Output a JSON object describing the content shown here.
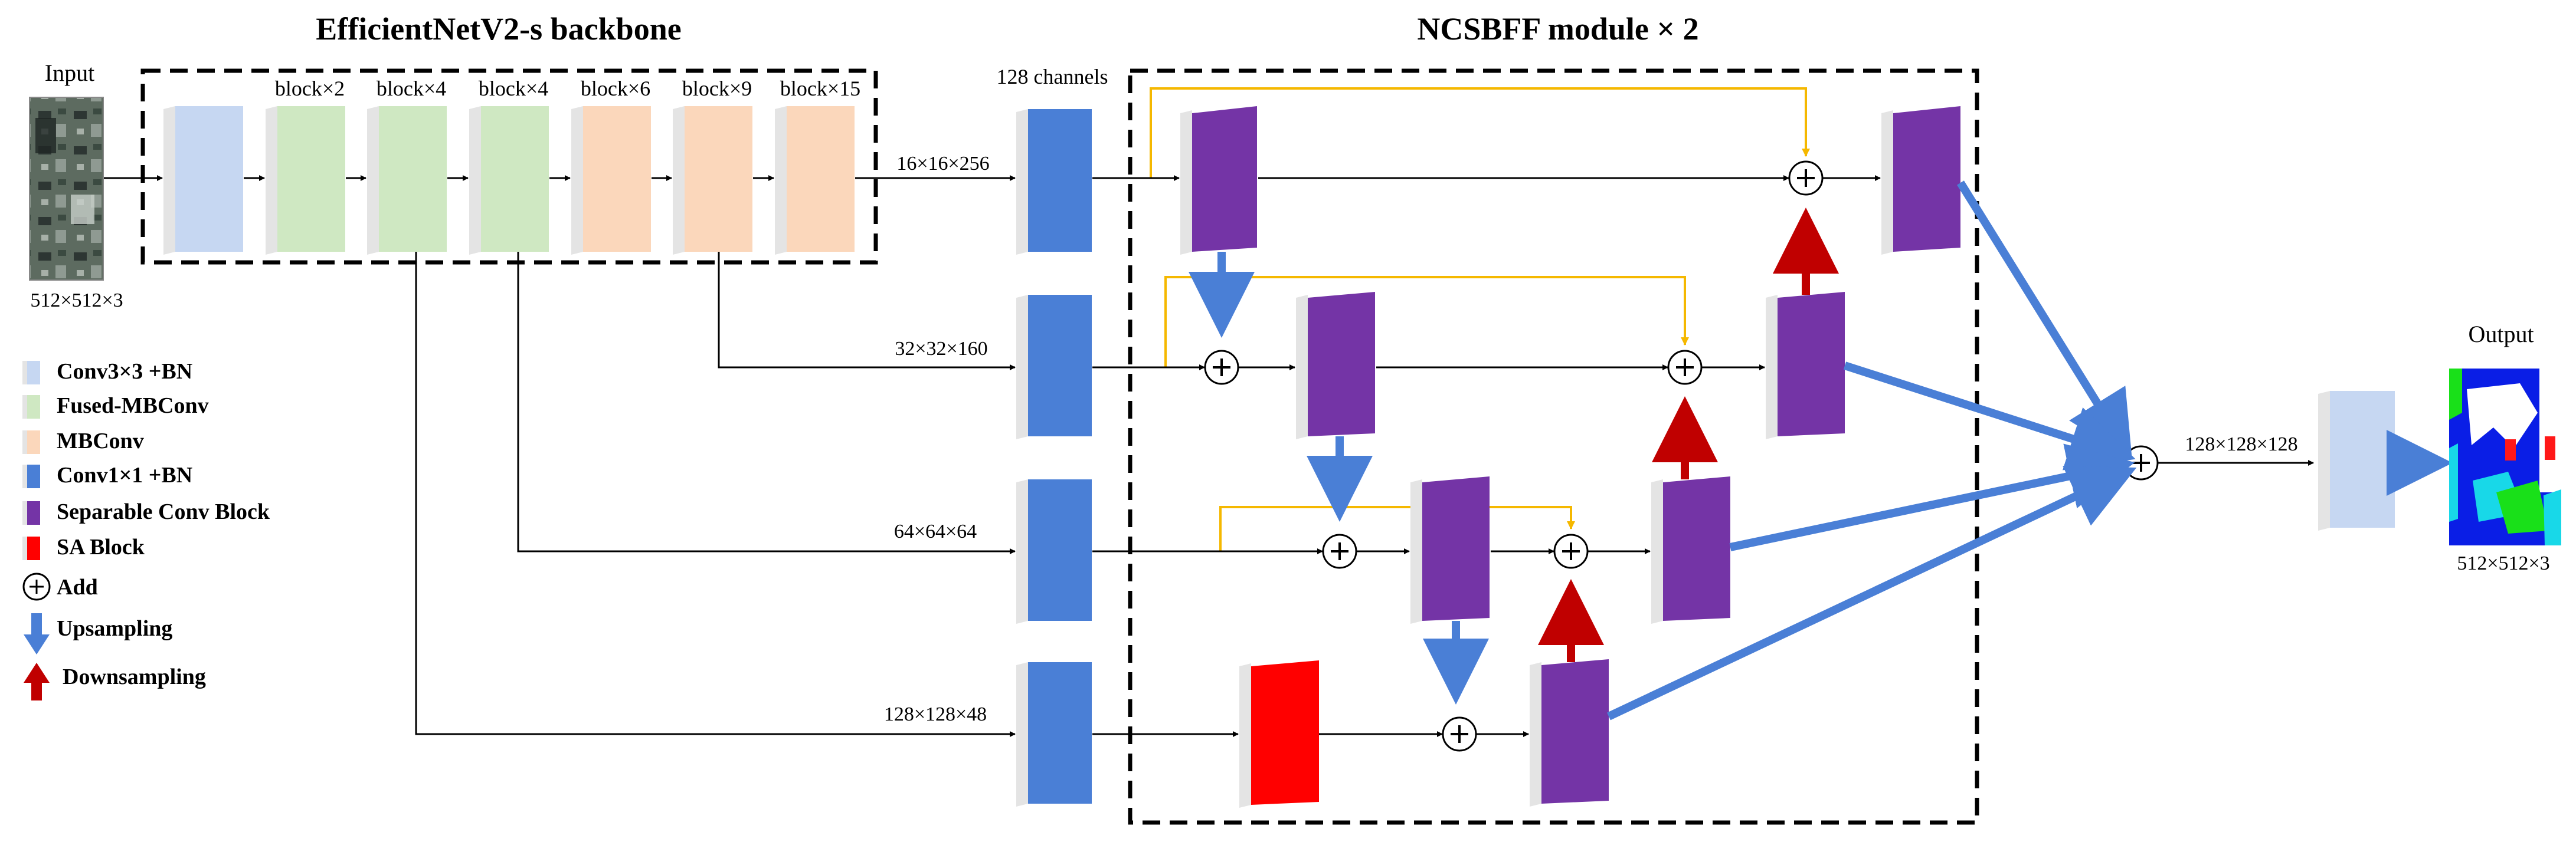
{
  "titles": {
    "backbone": "EfficientNetV2-s backbone",
    "module": "NCSBFF module × 2"
  },
  "labels": {
    "input": "Input",
    "input_size": "512×512×3",
    "output": "Output",
    "output_size": "512×512×3",
    "channels": "128 channels",
    "feat1": "16×16×256",
    "feat2": "32×32×160",
    "feat3": "64×64×64",
    "feat4": "128×128×48",
    "fused": "128×128×128"
  },
  "block_counts": [
    "block×2",
    "block×4",
    "block×4",
    "block×6",
    "block×9",
    "block×15"
  ],
  "legend": [
    {
      "label": "Conv3×3 +BN"
    },
    {
      "label": "Fused-MBConv"
    },
    {
      "label": "MBConv"
    },
    {
      "label": "Conv1×1 +BN"
    },
    {
      "label": "Separable Conv Block"
    },
    {
      "label": "SA Block"
    },
    {
      "label": "Add"
    },
    {
      "label": "Upsampling"
    },
    {
      "label": "Downsampling"
    }
  ],
  "colors": {
    "conv3x3": "#c6d7f2",
    "fused_mbconv": "#cfe8c2",
    "mbconv": "#fbd7bb",
    "conv1x1": "#4a7fd6",
    "separable": "#7434a6",
    "sa_block": "#ff0000",
    "upsample_arrow": "#4a7fd6",
    "downsample_arrow": "#c00000",
    "skip_line": "#f5b800"
  },
  "segmentation_colors": [
    "#0a1ee6",
    "#ffffff",
    "#18d8e8",
    "#19e019",
    "#ff1818"
  ]
}
